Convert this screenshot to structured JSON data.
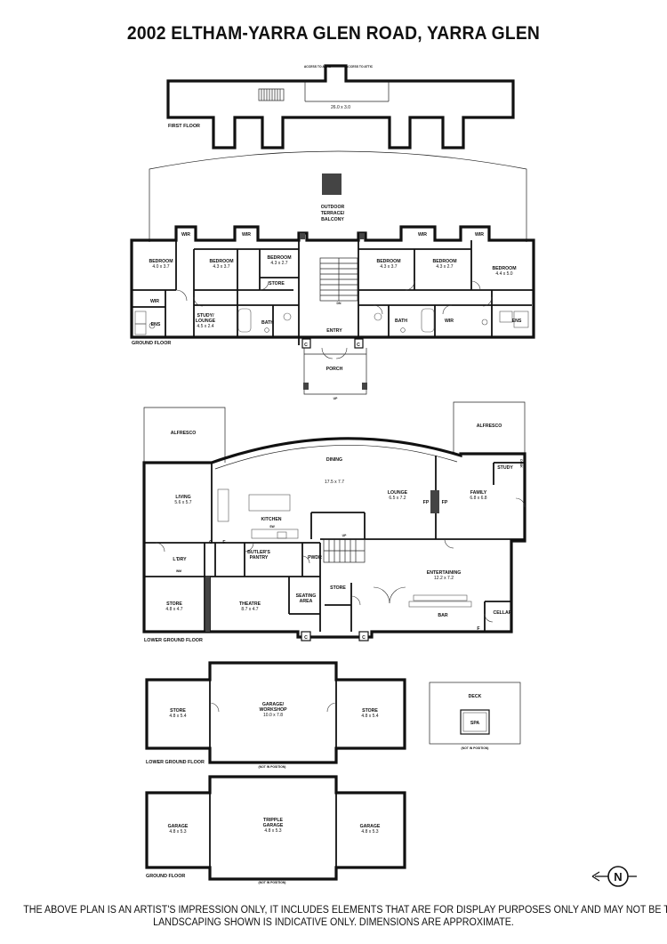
{
  "title": "2002 ELTHAM-YARRA GLEN ROAD, YARRA GLEN",
  "disclaimer": {
    "line1": "THE ABOVE PLAN IS AN ARTIST'S IMPRESSION ONLY, IT INCLUDES ELEMENTS THAT ARE FOR DISPLAY PURPOSES ONLY AND MAY NOT BE TO SCALE.",
    "line2": "LANDSCAPING SHOWN IS INDICATIVE ONLY. DIMENSIONS ARE APPROXIMATE."
  },
  "first_floor": {
    "label": "FIRST FLOOR",
    "roof_dims": "26.0 x 3.0",
    "access_left": "ACCESS TO ATTIC",
    "access_right": "ACCESS TO ATTIC"
  },
  "ground_floor": {
    "label": "GROUND FLOOR",
    "rooms": {
      "terrace_1": "OUTDOOR",
      "terrace_2": "TERRACE/",
      "terrace_3": "BALCONY",
      "bed1": "BEDROOM",
      "bed1_dims": "4.0 x 3.7",
      "bed2": "BEDROOM",
      "bed2_dims": "4.3 x 3.7",
      "bed3": "BEDROOM",
      "bed3_dims": "4.3 x 2.7",
      "bed4": "BEDROOM",
      "bed4_dims": "4.3 x 3.7",
      "bed5": "BEDROOM",
      "bed5_dims": "4.3 x 2.7",
      "bed6": "BEDROOM",
      "bed6_dims": "4.4 x 5.0",
      "wir1": "WIR",
      "wir2": "WIR",
      "wir3": "WIR",
      "wir4": "WIR",
      "wir5": "WIR",
      "wir6": "WIR",
      "ens_left": "ENS",
      "ens_right": "ENS",
      "study_1": "STUDY/",
      "study_2": "LOUNGE",
      "study_dims": "4.5 x 2.4",
      "bath_left": "BATH",
      "bath_right": "BATH",
      "store": "STORE",
      "dn": "DN",
      "entry": "ENTRY",
      "porch": "PORCH",
      "up": "UP",
      "cup_left": "C",
      "cup_right": "C"
    }
  },
  "lower_ground": {
    "label": "LOWER GROUND FLOOR",
    "rooms": {
      "alfresco_left": "ALFRESCO",
      "alfresco_right": "ALFRESCO",
      "dining": "DINING",
      "dining_dims": "17.5 x 7.7",
      "living": "LIVING",
      "living_dims": "5.6 x 5.7",
      "kitchen": "KITCHEN",
      "sw": "SW",
      "lounge": "LOUNGE",
      "lounge_dims": "6.5 x 7.2",
      "fp_left": "FP",
      "fp_right": "FP",
      "family": "FAMILY",
      "family_dims": "6.8 x 6.8",
      "study": "STUDY",
      "desk": "DESK",
      "c_mark": "C",
      "f_mark": "F",
      "ldry": "L'DRY",
      "wm": "WM",
      "butlers_1": "BUTLER'S",
      "butlers_2": "PANTRY",
      "pwdr": "PWDR",
      "up": "UP",
      "entertaining": "ENTERTAINING",
      "entertaining_dims": "12.2 x 7.2",
      "store_left": "STORE",
      "store_left_dims": "4.8 x 4.7",
      "theatre": "THEATRE",
      "theatre_dims": "8.7 x 4.7",
      "seating_1": "SEATING",
      "seating_2": "AREA",
      "store_mid": "STORE",
      "bar": "BAR",
      "cellar": "CELLAR",
      "f_bar": "F",
      "cup_left": "C",
      "cup_right": "C"
    }
  },
  "outbuilding_lower": {
    "label": "LOWER GROUND FLOOR",
    "store_left": "STORE",
    "store_left_dims": "4.8 x 5.4",
    "garage_1": "GARAGE/",
    "garage_2": "WORKSHOP",
    "garage_dims": "10.0 x 7.8",
    "store_right": "STORE",
    "store_right_dims": "4.8 x 5.4",
    "not_in_position": "(NOT IN POSITION)"
  },
  "deck": {
    "deck": "DECK",
    "spa": "SPA",
    "not_in_position": "(NOT IN POSITION)"
  },
  "outbuilding_ground": {
    "label": "GROUND FLOOR",
    "garage_left": "GARAGE",
    "garage_left_dims": "4.8 x 5.3",
    "tripple_1": "TRIPPLE",
    "tripple_2": "GARAGE",
    "tripple_dims": "4.8 x 5.3",
    "garage_right": "GARAGE",
    "garage_right_dims": "4.8 x 5.3",
    "not_in_position": "(NOT IN POSITION)"
  },
  "compass": {
    "north": "N"
  }
}
